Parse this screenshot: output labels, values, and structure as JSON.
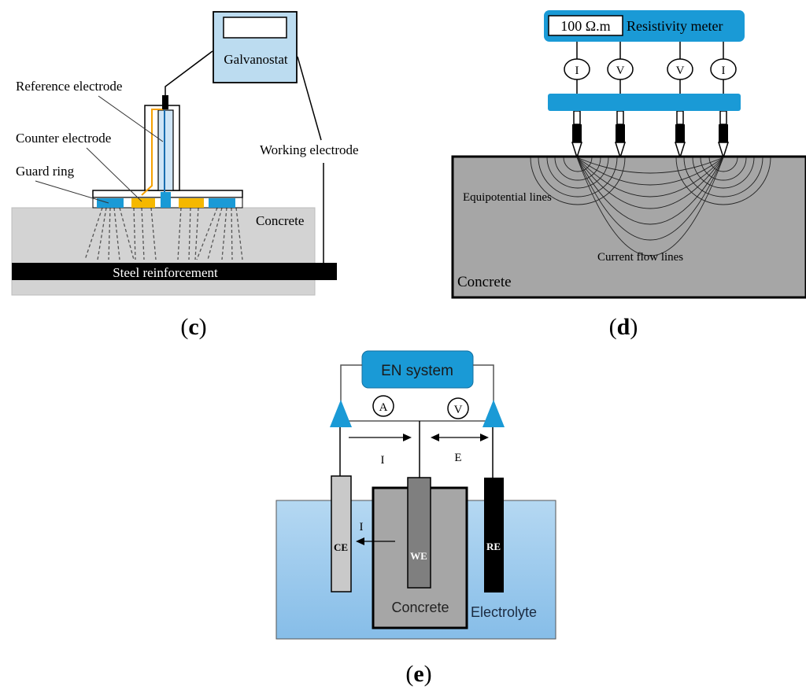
{
  "panel_c": {
    "label_open": "(",
    "label_letter": "c",
    "label_close": ")",
    "device": "Galvanostat",
    "reference_electrode": "Reference electrode",
    "counter_electrode": "Counter electrode",
    "guard_ring": "Guard ring",
    "working_electrode": "Working electrode",
    "concrete": "Concrete",
    "steel": "Steel reinforcement"
  },
  "panel_d": {
    "label_open": "(",
    "label_letter": "d",
    "label_close": ")",
    "display_value": "100 Ω.m",
    "device": "Resistivity meter",
    "probes": [
      "I",
      "V",
      "V",
      "I"
    ],
    "equipotential": "Equipotential lines",
    "current_flow": "Current flow lines",
    "concrete": "Concrete"
  },
  "panel_e": {
    "label_open": "(",
    "label_letter": "e",
    "label_close": ")",
    "device": "EN system",
    "ammeter": "A",
    "voltmeter": "V",
    "current_top": "I",
    "potential": "E",
    "current_inner": "I",
    "ce": "CE",
    "we": "WE",
    "re": "RE",
    "concrete": "Concrete",
    "electrolyte": "Electrolyte"
  },
  "colors": {
    "blue": "#1a9ad6",
    "light_blue": "#bcdcf0",
    "orange": "#f5b800",
    "concrete_light": "#d3d3d3",
    "concrete_dark": "#a6a6a6",
    "electrolyte": "#98c7ea"
  }
}
